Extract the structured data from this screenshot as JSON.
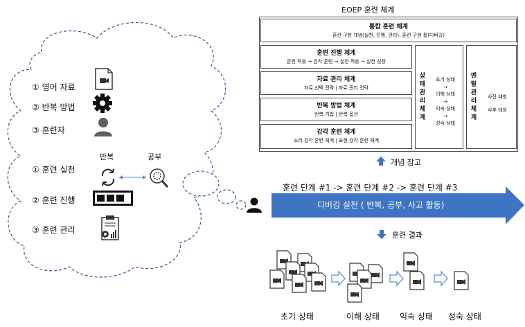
{
  "thought_cloud": {
    "items_top": [
      {
        "label": "① 영어 자료"
      },
      {
        "label": "② 반복 방법"
      },
      {
        "label": "③ 훈련자"
      }
    ],
    "items_bottom": [
      {
        "label": "① 훈련 실천"
      },
      {
        "label": "② 훈련 진행"
      },
      {
        "label": "③ 훈련 관리"
      }
    ],
    "repeat_label": "반복",
    "study_label": "공부"
  },
  "framework": {
    "title": "EOEP 훈련 체계",
    "integrated": {
      "title": "통합 훈련 체계",
      "sub": "훈련 구현 개념(실천, 진행, 관리), 훈련 구현 틀(디버깅)"
    },
    "progress": {
      "title": "훈련 진행 체계",
      "sub": "훈련 적응 → 감각 훈련 → 실전 적응 → 실전 성장"
    },
    "material": {
      "title": "자료 관리 체계",
      "sub": "자료 선택 전략 | 자료 관리 전략"
    },
    "method": {
      "title": "반복 방법 체계",
      "sub": "반복 기법 | 반복 옵션"
    },
    "sense": {
      "title": "감각 훈련 체계",
      "sub": "소리 감각 훈련 체계 | 표현 감각 훈련 체계"
    },
    "state_mgmt": {
      "title": "상태관리체계",
      "states": [
        "초기 상태",
        "→",
        "이해 상태",
        "→",
        "익숙 상태",
        "→",
        "성숙 상태"
      ]
    },
    "mental_mgmt": {
      "title": "멘탈관리체계",
      "items": [
        "사전 예방",
        "사후 대응"
      ]
    }
  },
  "concept_ref": "개념 참고",
  "stages": "훈련 단계 #1 -> 훈련 단계 #2 -> 훈련 단계 #3",
  "debug_practice": "디버깅 실천  ( 반복, 공부, 사고 활동)",
  "result_label": "훈련 결과",
  "results": [
    "초기 상태",
    "이해 상태",
    "익숙 상태",
    "성숙 상태"
  ],
  "colors": {
    "arrow": "#3f73c4",
    "border": "#4a4a4a",
    "cloud": "#2f5597",
    "icon": "#5f5f5f"
  }
}
